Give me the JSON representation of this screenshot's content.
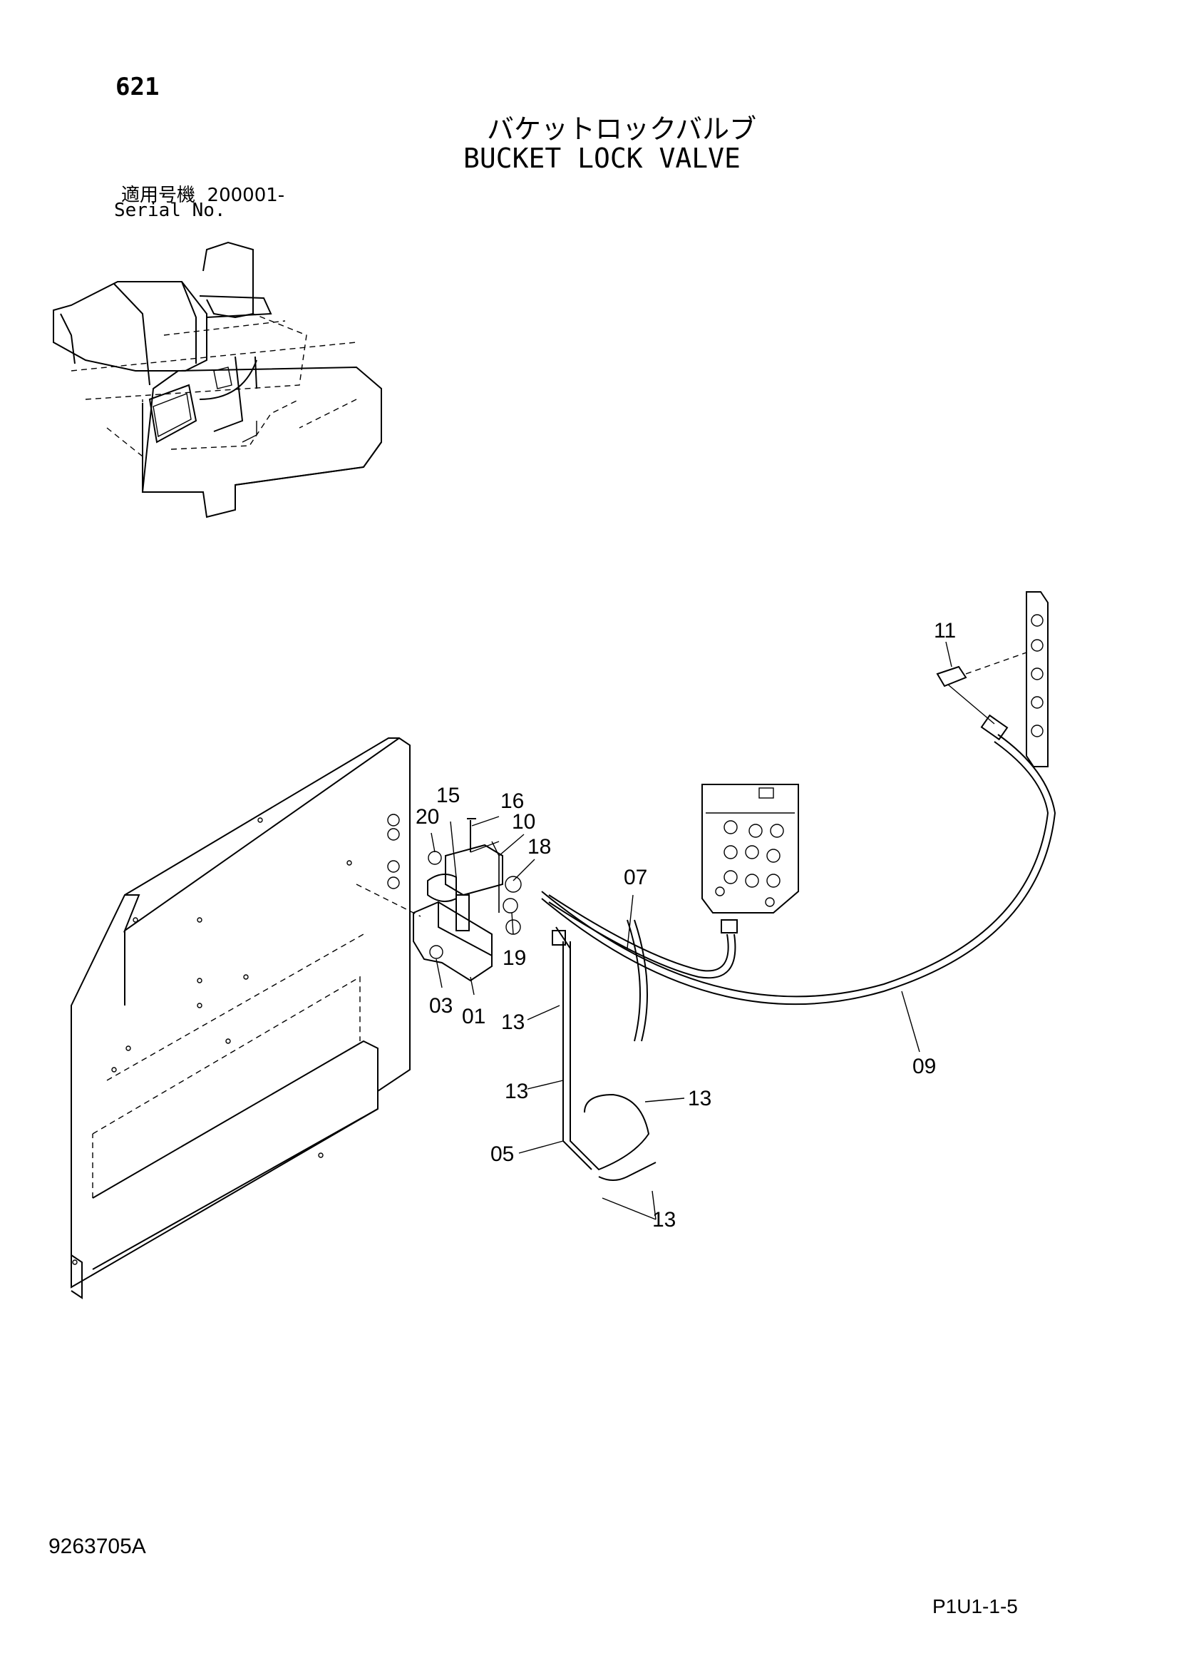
{
  "page_number": "621",
  "title_jp": "バケットロックバルブ",
  "title_en": "BUCKET LOCK VALVE",
  "serial": {
    "label_jp": "適用号機",
    "value": "200001-",
    "label_en": "Serial No."
  },
  "callouts": {
    "c01": "01",
    "c03": "03",
    "c05": "05",
    "c07": "07",
    "c09": "09",
    "c10": "10",
    "c11": "11",
    "c13a": "13",
    "c13b": "13",
    "c13c": "13",
    "c13d": "13",
    "c15": "15",
    "c16": "16",
    "c18": "18",
    "c19": "19",
    "c20": "20"
  },
  "document_number": "9263705A",
  "sheet_id": "P1U1-1-5"
}
